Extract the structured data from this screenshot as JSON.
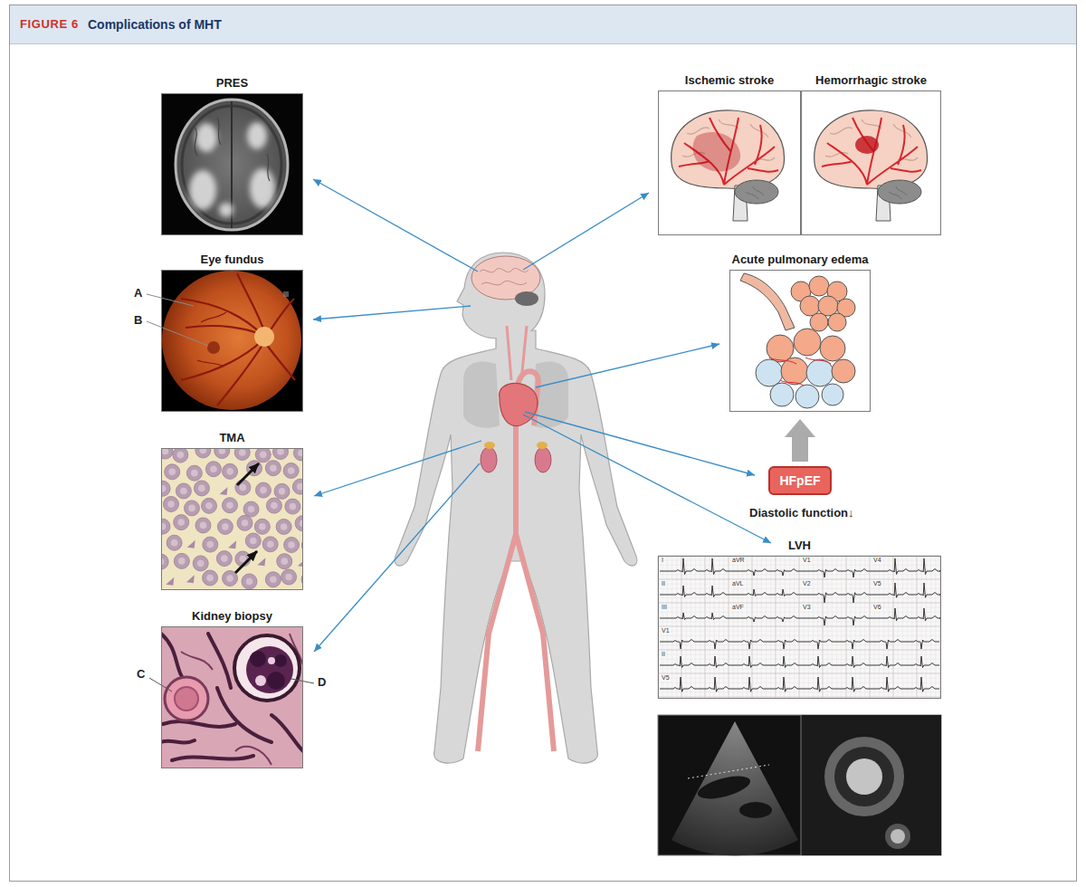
{
  "diagram": {
    "title": "Complications of MHT",
    "nodes": [
      {
        "text": [
          "PRES"
        ]
      },
      {
        "text": [
          "Eye fundus"
        ]
      },
      {
        "text": [
          "TMA"
        ]
      },
      {
        "text": [
          "Kidney biopsy"
        ]
      },
      {
        "text": [
          "Ischemic stroke"
        ]
      },
      {
        "text": [
          "Hemorrhagic stroke"
        ]
      },
      {
        "text": [
          "Acute pulmonary edema"
        ]
      },
      {
        "text": [
          "HFpEF"
        ]
      },
      {
        "text": [
          "LVH"
        ]
      }
    ],
    "edges": [
      {
        "from": 7,
        "to": 6,
        "arrow": "to"
      }
    ],
    "labels": [
      "FIGURE 6",
      "A",
      "B",
      "C",
      "D",
      "Diastolic function↓",
      "I",
      "aVR",
      "V1",
      "V4",
      "II",
      "aVL",
      "V2",
      "V5",
      "III",
      "aVF",
      "V3",
      "V6",
      "V1",
      "II",
      "V5"
    ]
  }
}
